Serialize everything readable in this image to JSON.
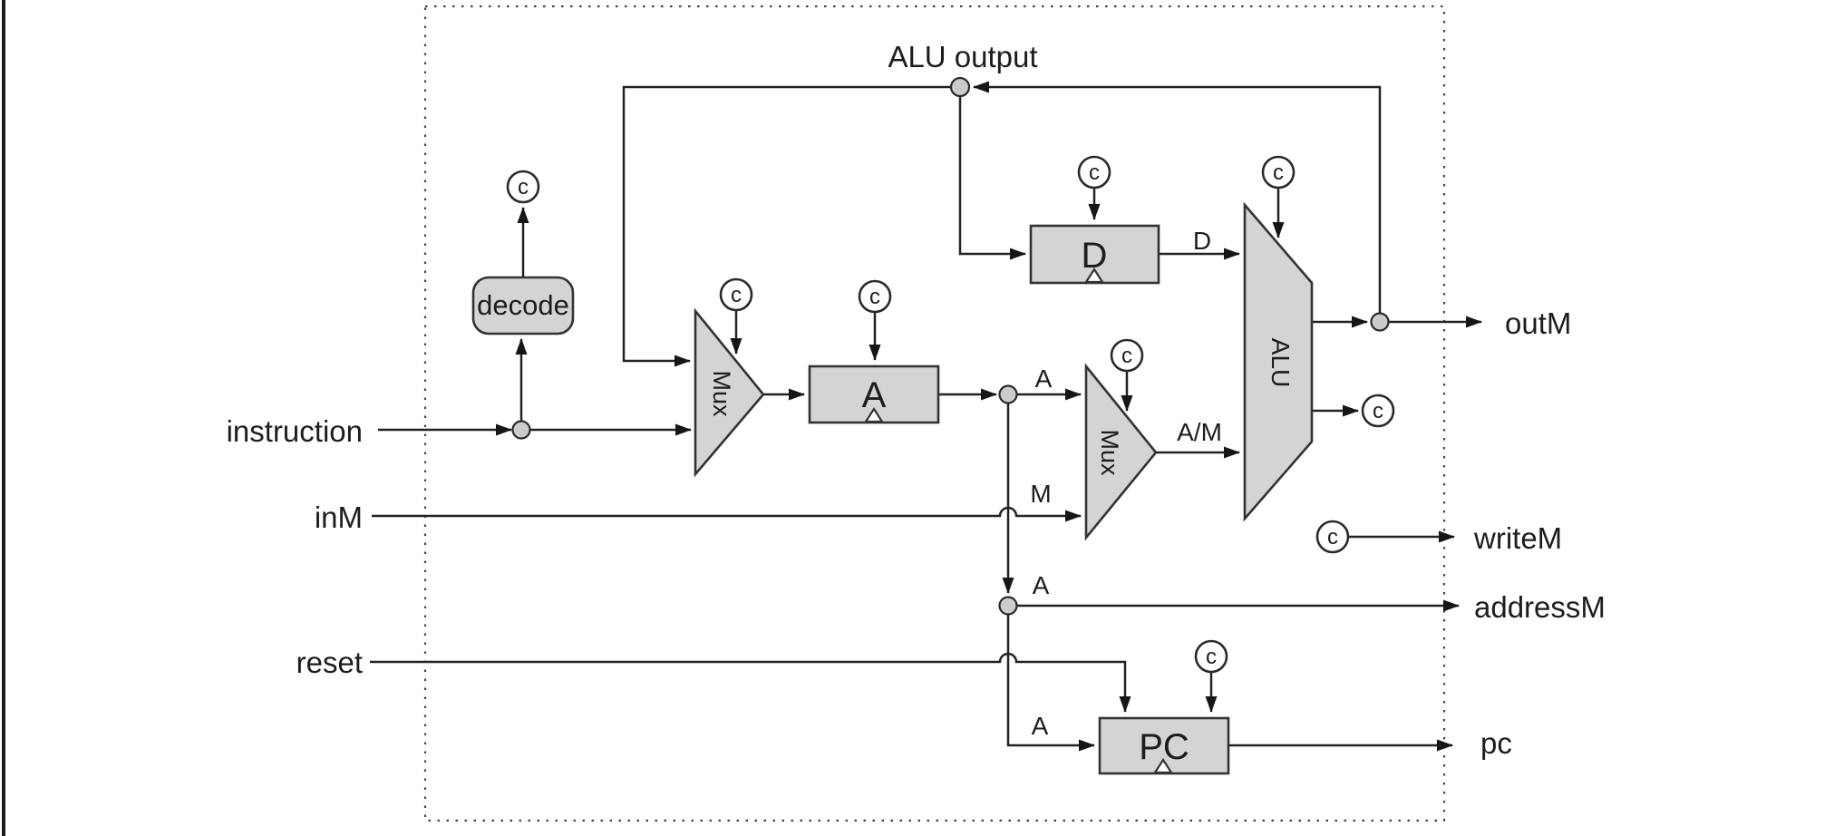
{
  "diagram_type": "cpu-block-diagram",
  "colors": {
    "background": "#ffffff",
    "block_fill": "#d4d4d4",
    "junction_fill": "#cccccc",
    "line": "#222222",
    "dotted_border": "#444444"
  },
  "inputs": {
    "instruction": "instruction",
    "inM": "inM",
    "reset": "reset"
  },
  "outputs": {
    "outM": "outM",
    "writeM": "writeM",
    "addressM": "addressM",
    "pc": "pc"
  },
  "components": {
    "decode": "decode",
    "mux_instruction": "Mux",
    "mux_am": "Mux",
    "register_a": "A",
    "register_d": "D",
    "alu": "ALU",
    "program_counter": "PC"
  },
  "wires": {
    "alu_output": "ALU output",
    "a_to_mux": "A",
    "m_to_mux": "M",
    "am_to_alu": "A/M",
    "d_to_alu": "D",
    "a_to_addressM": "A",
    "a_to_pc": "A"
  },
  "control": {
    "symbol": "c"
  }
}
